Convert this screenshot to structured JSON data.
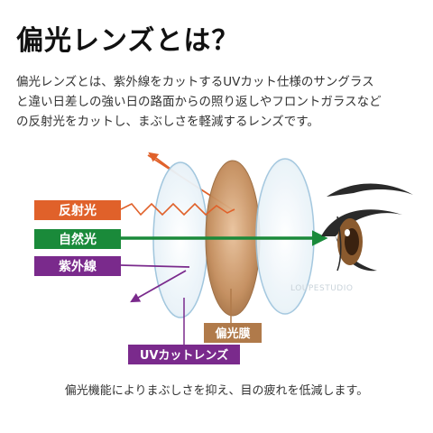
{
  "title": "偏光レンズとは？",
  "intro_lines": [
    "偏光レンズとは、紫外線をカットするUVカット仕様のサングラス",
    "と違い日差しの強い日の路面からの照り返しやフロントガラスなど",
    "の反射光をカットし、まぶしさを軽減するレンズです。"
  ],
  "rays": {
    "reflected": "反射光",
    "natural": "自然光",
    "uv": "紫外線"
  },
  "labels": {
    "polarizing_film": "偏光膜",
    "uv_cut_lens": "UVカットレンズ"
  },
  "watermark": "LOUPESTUDIO",
  "footer": "偏光機能によりまぶしさを抑え、目の疲れを低減します。",
  "colors": {
    "reflected": "#e0612a",
    "natural": "#1a8a3a",
    "uv": "#7a2a8c",
    "film": "#b07a4a"
  }
}
